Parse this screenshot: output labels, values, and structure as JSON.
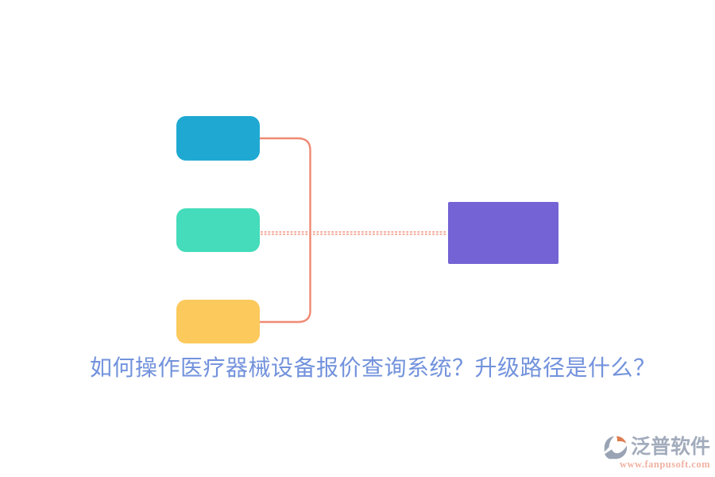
{
  "page": {
    "background": "#ffffff"
  },
  "title": {
    "text": "如何操作医疗器械设备报价查询系统？升级路径是什么？",
    "color": "#7292DC"
  },
  "diagram": {
    "nodes": [
      {
        "name": "top-left-node",
        "color": "#1FA9D2"
      },
      {
        "name": "middle-left-node",
        "color": "#44DCBA"
      },
      {
        "name": "bottom-left-node",
        "color": "#FCC95C"
      },
      {
        "name": "right-node",
        "color": "#7463D4"
      }
    ],
    "connectors": {
      "bracket_color": "#F08A73",
      "dotted_color": "#F09480"
    }
  },
  "watermark": {
    "icon": "fanpu-logo-icon",
    "icon_colors": {
      "gray": "#99A3B4",
      "orange": "#DE7B4F"
    },
    "brand": "泛普软件",
    "brand_color": "#A3ACBC",
    "url": "www.fanpusoft.com",
    "url_color": "#F0B2A2"
  }
}
